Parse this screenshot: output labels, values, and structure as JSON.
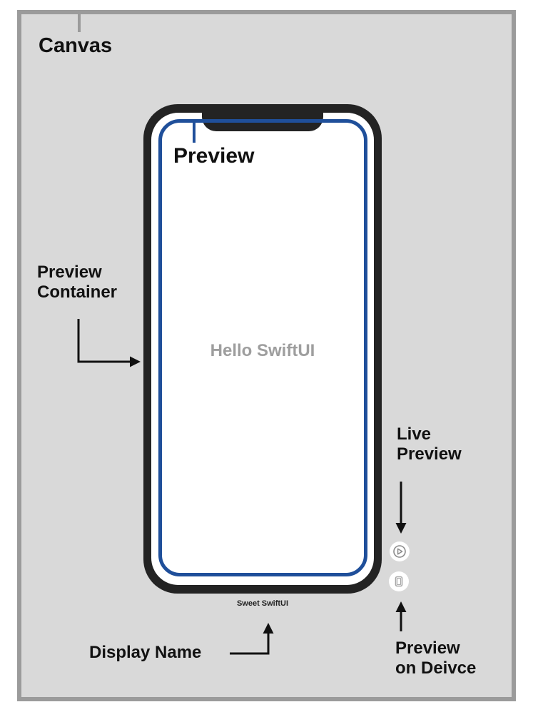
{
  "labels": {
    "canvas": "Canvas",
    "preview": "Preview",
    "preview_container": [
      "Preview",
      "Container"
    ],
    "live_preview": [
      "Live",
      "Preview"
    ],
    "display_name": "Display Name",
    "preview_on_device": [
      "Preview",
      "on Deivce"
    ]
  },
  "phone": {
    "content_text": "Hello SwiftUI",
    "display_name": "Sweet SwiftUI"
  },
  "icons": {
    "live_preview": "play-circle-icon",
    "preview_on_device": "device-icon"
  },
  "colors": {
    "canvas_background": "#d9d9d9",
    "canvas_border": "#9b9b9b",
    "phone_body": "#232323",
    "preview_outline": "#1f4f9a",
    "content_text": "#9e9e9e"
  }
}
